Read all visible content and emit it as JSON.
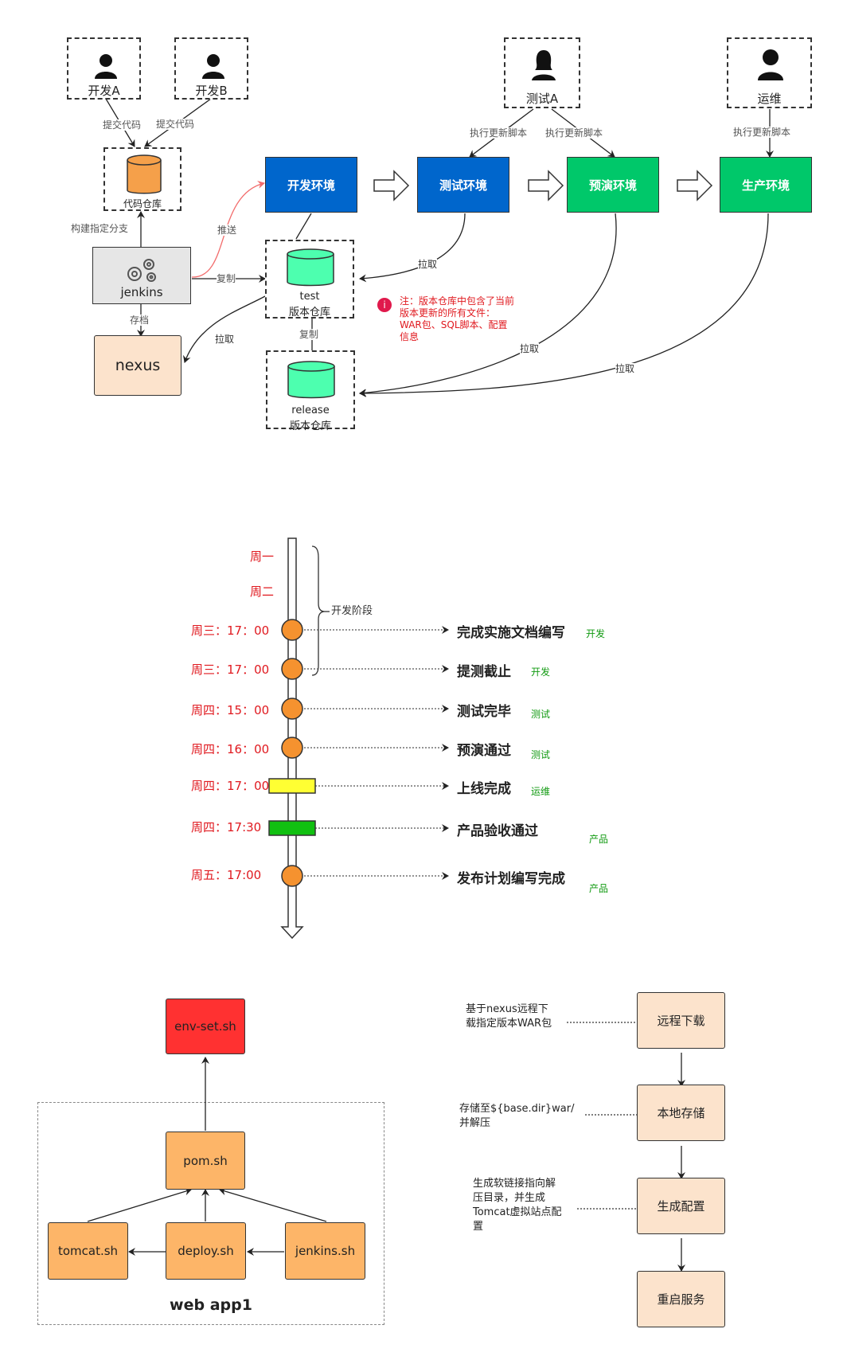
{
  "flow": {
    "devA": "开发A",
    "devB": "开发B",
    "testerA": "测试A",
    "ops": "运维",
    "submit_code_a": "提交代码",
    "submit_code_b": "提交代码",
    "code_repo": "代码仓库",
    "build_branch": "构建指定分支",
    "jenkins": "jenkins",
    "archive": "存档",
    "nexus": "nexus",
    "push": "推送",
    "copy1": "复制",
    "copy2": "复制",
    "pull_nexus": "拉取",
    "pull_test": "拉取",
    "pull_pre": "拉取",
    "pull_prod": "拉取",
    "exec1": "执行更新脚本",
    "exec2": "执行更新脚本",
    "exec3": "执行更新脚本",
    "env_dev": "开发环境",
    "env_test": "测试环境",
    "env_pre": "预演环境",
    "env_prod": "生产环境",
    "test_repo_name": "test",
    "test_repo_sub": "版本仓库",
    "release_repo_name": "release",
    "release_repo_sub": "版本仓库",
    "note_line1": "注：版本仓库中包含了当前",
    "note_line2": "版本更新的所有文件：",
    "note_line3": "WAR包、SQL脚本、配置",
    "note_line4": "信息",
    "colors": {
      "blue": "#0066cc",
      "green": "#00c86a",
      "orange": "#f5a04a",
      "mint": "#4dffaf",
      "red": "#e0191f"
    }
  },
  "timeline": {
    "day_mon": "周一",
    "day_tue": "周二",
    "dev_phase": "开发阶段",
    "events": [
      {
        "time": "周三：17：00",
        "event": "完成实施文档编写",
        "role": "开发"
      },
      {
        "time": "周三：17：00",
        "event": "提测截止",
        "role": "开发"
      },
      {
        "time": "周四：15：00",
        "event": "测试完毕",
        "role": "测试"
      },
      {
        "time": "周四：16：00",
        "event": "预演通过",
        "role": "测试"
      },
      {
        "time": "周四：17：00",
        "event": "上线完成",
        "role": "运维"
      },
      {
        "time": "周四：17:30",
        "event": "产品验收通过",
        "role": "产品"
      },
      {
        "time": "周五：17:00",
        "event": "发布计划编写完成",
        "role": "产品"
      }
    ]
  },
  "scripts": {
    "env_set": "env-set.sh",
    "pom": "pom.sh",
    "tomcat": "tomcat.sh",
    "deploy": "deploy.sh",
    "jenkins": "jenkins.sh",
    "group": "web app1"
  },
  "steps": [
    {
      "label": "远程下载",
      "note": [
        "基于nexus远程下",
        "载指定版本WAR包"
      ]
    },
    {
      "label": "本地存储",
      "note": [
        "存储至${base.dir}war/",
        "并解压"
      ]
    },
    {
      "label": "生成配置",
      "note": [
        "生成软链接指向解",
        "压目录，并生成",
        "Tomcat虚拟站点配",
        "置"
      ]
    },
    {
      "label": "重启服务",
      "note": []
    }
  ]
}
